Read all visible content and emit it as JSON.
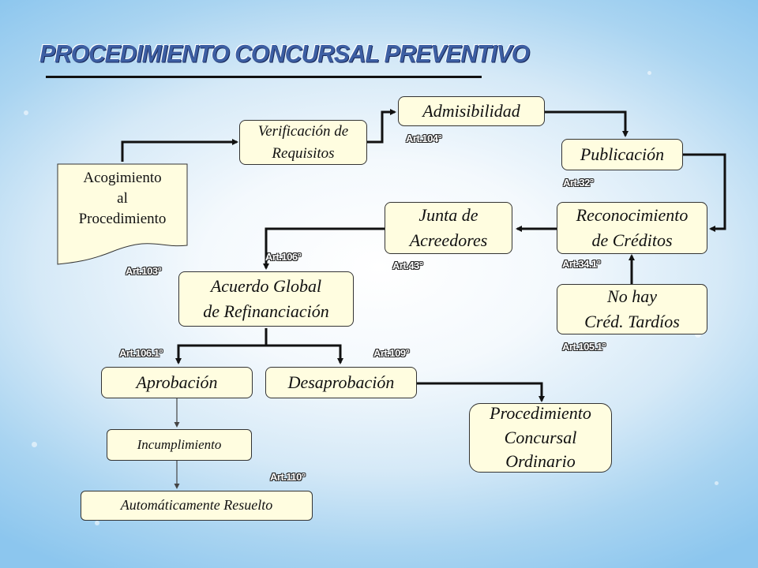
{
  "title": "PROCEDIMIENTO CONCURSAL PREVENTIVO",
  "nodes": {
    "acogimiento": {
      "line1": "Acogimiento",
      "line2": "al",
      "line3": "Procedimiento"
    },
    "verificacion": {
      "line1": "Verificación de",
      "line2": "Requisitos"
    },
    "admisibilidad": "Admisibilidad",
    "publicacion": "Publicación",
    "reconocimiento": {
      "line1": "Reconocimiento",
      "line2": "de Créditos"
    },
    "junta": {
      "line1": "Junta de",
      "line2": "Acreedores"
    },
    "no_hay": {
      "line1": "No hay",
      "line2": "Créd. Tardíos"
    },
    "acuerdo": {
      "line1": "Acuerdo Global",
      "line2": "de Refinanciación"
    },
    "aprobacion": "Aprobación",
    "desaprobacion": "Desaprobación",
    "incumplimiento": "Incumplimiento",
    "resuelto": "Automáticamente Resuelto",
    "ordinario": {
      "line1": "Procedimiento",
      "line2": "Concursal",
      "line3": "Ordinario"
    }
  },
  "articles": {
    "art104": "Art.104°",
    "art32": "Art.32°",
    "art103": "Art.103°",
    "art106": "Art.106°",
    "art43": "Art.43°",
    "art34_1": "Art.34.1°",
    "art105_1": "Art.105.1°",
    "art106_1": "Art.106.1°",
    "art109": "Art.109°",
    "art110": "Art.110°"
  },
  "colors": {
    "box_fill": "#fffde0",
    "title": "#3d5fa3",
    "line": "#111111"
  }
}
